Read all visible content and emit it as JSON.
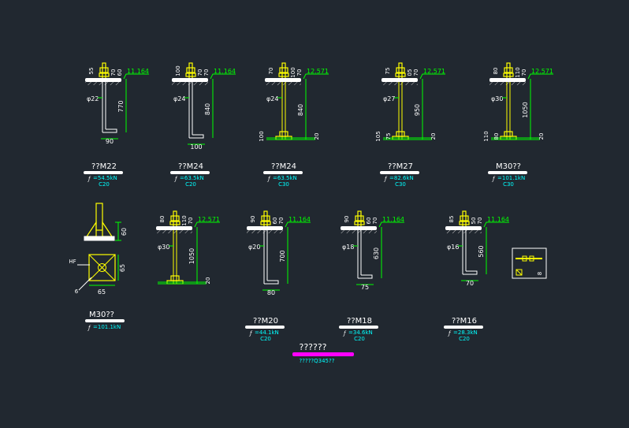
{
  "colors": {
    "background": "#212830",
    "line": "#ffffff",
    "dimension": "#00ff00",
    "anchor": "#ffff00",
    "cyan_text": "#00ffff",
    "magenta": "#ff00ff",
    "hatch": "#c8c8c8"
  },
  "row1": [
    {
      "type": "hook",
      "nut_dim": "55",
      "top_dim": "70",
      "top_dim2": "60",
      "elevation": "11.164",
      "diameter": "φ22",
      "length": "770",
      "foot": "90",
      "title": "??M22",
      "force": "=54.5kN",
      "concrete": "C20"
    },
    {
      "type": "hook",
      "nut_dim": "100",
      "top_dim": "70",
      "top_dim2": "70",
      "elevation": "11.164",
      "diameter": "φ24",
      "length": "840",
      "foot": "100",
      "title": "??M24",
      "force": "=63.5kN",
      "concrete": "C20"
    },
    {
      "type": "plate",
      "nut_dim": "70",
      "top_dim": "100",
      "top_dim2": "70",
      "elevation": "12.571",
      "diameter": "φ24",
      "length": "840",
      "bot_dim": "100",
      "plate_dim": "20",
      "title": "??M24",
      "force": "=63.5kN",
      "concrete": "C30"
    },
    {
      "type": "plate",
      "nut_dim": "75",
      "top_dim": "05",
      "top_dim2": "70",
      "elevation": "12.571",
      "diameter": "φ27",
      "length": "950",
      "bot_dim": "105",
      "bot_dim2": "75",
      "plate_dim": "20",
      "title": "??M27",
      "force": "=82.6kN",
      "concrete": "C30"
    },
    {
      "type": "plate",
      "nut_dim": "80",
      "top_dim": "110",
      "top_dim2": "70",
      "elevation": "12.571",
      "diameter": "φ30",
      "length": "1050",
      "bot_dim": "110",
      "bot_dim2": "80",
      "plate_dim": "20",
      "title": "M30??",
      "force": "=101.1kN",
      "concrete": "C30"
    }
  ],
  "row2": [
    {
      "type": "plate",
      "nut_dim": "80",
      "top_dim": "110",
      "top_dim2": "70",
      "elevation": "12.571",
      "diameter": "φ30",
      "length": "1050",
      "plate_dim": "20"
    },
    {
      "type": "hook",
      "nut_dim": "90",
      "top_dim": "60",
      "top_dim2": "70",
      "elevation": "11.164",
      "diameter": "φ20",
      "length": "700",
      "foot": "80",
      "title": "??M20",
      "force": "=44.1kN",
      "concrete": "C20"
    },
    {
      "type": "hook",
      "nut_dim": "90",
      "top_dim": "60",
      "top_dim2": "70",
      "elevation": "11.164",
      "diameter": "φ18",
      "length": "630",
      "foot": "75",
      "title": "??M18",
      "force": "=34.6kN",
      "concrete": "C20"
    },
    {
      "type": "hook",
      "nut_dim": "85",
      "top_dim": "50",
      "top_dim2": "70",
      "elevation": "11.164",
      "diameter": "φ16",
      "length": "560",
      "foot": "70",
      "title": "??M16",
      "force": "=28.3kN",
      "concrete": "C20"
    }
  ],
  "detail": {
    "height_dim": "60",
    "side_dim": "65",
    "width_dim": "65",
    "hf_label": "HF",
    "leader_label": "6",
    "title": "M30??",
    "force": "=101.1kN"
  },
  "legend": {
    "title": "??????",
    "subtitle": "?????Q345??"
  },
  "small_box": {
    "dim": "8"
  }
}
